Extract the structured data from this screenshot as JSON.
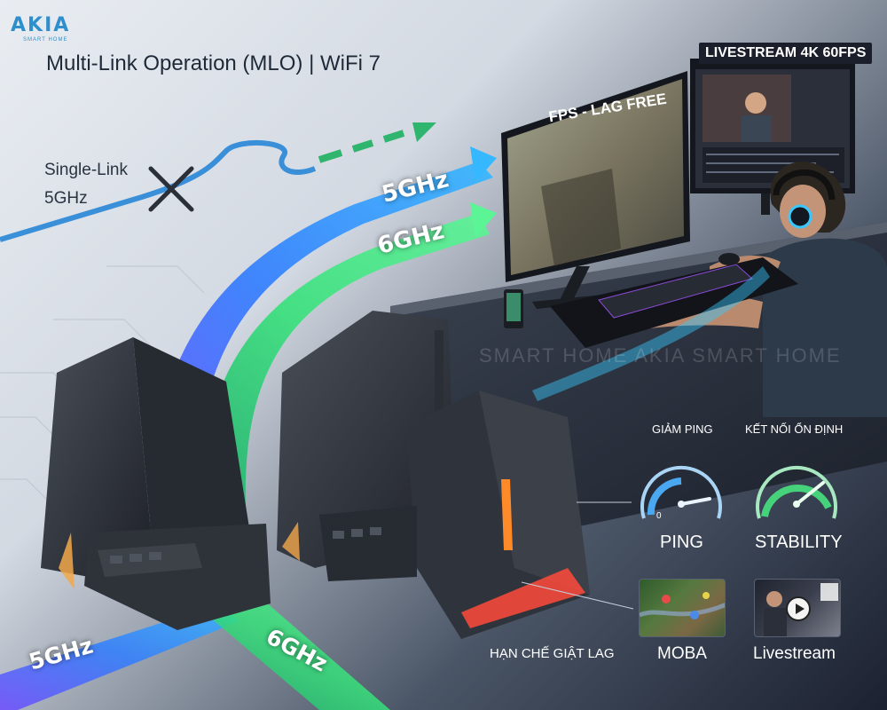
{
  "brand": {
    "logo_text": "AKIA",
    "logo_tagline": "SMART HOME"
  },
  "title": "Multi-Link Operation (MLO) | WiFi 7",
  "single_link": {
    "line1": "Single-Link",
    "line2": "5GHz"
  },
  "bands": {
    "top_5": "5GHz",
    "top_6": "6GHz",
    "bottom_5": "5GHz",
    "bottom_6": "6GHz"
  },
  "screens": {
    "fps": "FPS - LAG FREE",
    "livestream": "LIVESTREAM 4K 60FPS"
  },
  "watermark": "SMART HOME AKIA SMART HOME",
  "features": {
    "ping_caption": "GIẢM PING",
    "stability_caption": "KẾT NỐI ỔN ĐỊNH",
    "ping_label": "PING",
    "ping_zero": "0",
    "stability_label": "STABILITY",
    "lag_label": "HẠN CHẾ GIẬT LAG",
    "moba_label": "MOBA",
    "livestream_label": "Livestream"
  },
  "colors": {
    "brand": "#2e8fcc",
    "band_5ghz": "#2f7cff",
    "band_6ghz": "#36e07a",
    "ping_gauge": "#4aa8f0",
    "stability_gauge": "#46d27a"
  }
}
